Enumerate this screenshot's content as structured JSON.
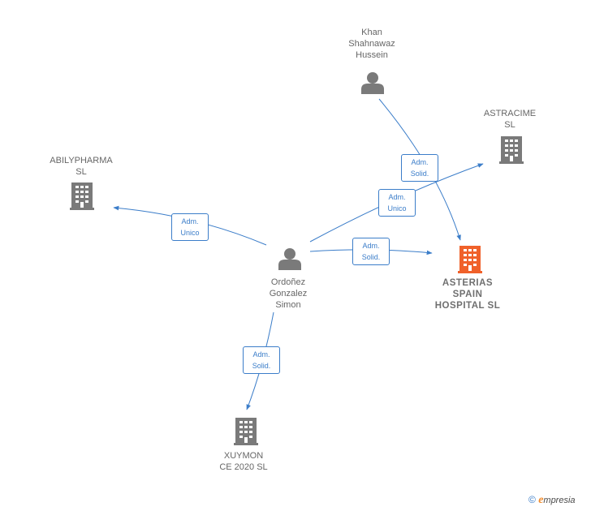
{
  "nodes": {
    "khan": {
      "label": "Khan\nShahnawaz\nHussein",
      "kind": "person"
    },
    "astracime": {
      "label": "ASTRACIME\nSL",
      "kind": "company"
    },
    "abilypharma": {
      "label": "ABILYPHARMA\nSL",
      "kind": "company"
    },
    "ordonez": {
      "label": "Ordoñez\nGonzalez\nSimon",
      "kind": "person"
    },
    "asterias": {
      "label": "ASTERIAS\nSPAIN\nHOSPITAL  SL",
      "kind": "company-main"
    },
    "xuymon": {
      "label": "XUYMON\nCE 2020  SL",
      "kind": "company"
    }
  },
  "edges": [
    {
      "from": "khan",
      "to": "asterias",
      "label": "Adm.\nSolid."
    },
    {
      "from": "ordonez",
      "to": "astracime",
      "label": "Adm.\nUnico"
    },
    {
      "from": "ordonez",
      "to": "abilypharma",
      "label": "Adm.\nUnico"
    },
    {
      "from": "ordonez",
      "to": "asterias",
      "label": "Adm.\nSolid."
    },
    {
      "from": "ordonez",
      "to": "xuymon",
      "label": "Adm.\nSolid."
    }
  ],
  "colors": {
    "edge": "#3b7dc9",
    "icon": "#7a7a7a",
    "main_icon": "#f0612a"
  },
  "footer": {
    "copyright": "©",
    "brand_first": "e",
    "brand_rest": "mpresia"
  }
}
